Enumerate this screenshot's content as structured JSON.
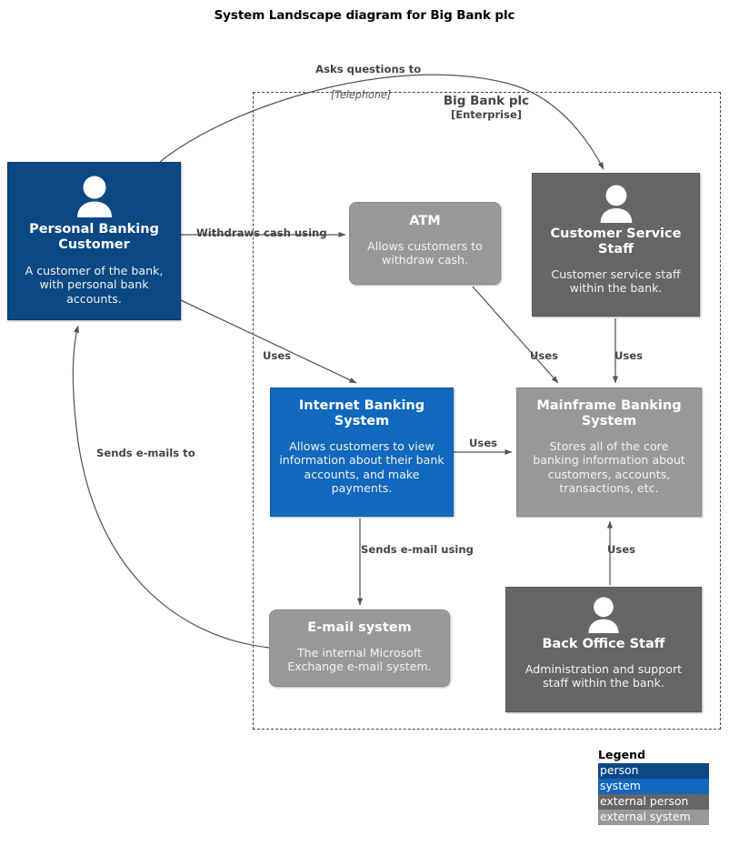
{
  "title": "System Landscape diagram for Big Bank plc",
  "boundary": {
    "name": "Big Bank plc",
    "type": "[Enterprise]"
  },
  "nodes": [
    {
      "id": "personal-banking-customer",
      "name": "Personal Banking Customer",
      "description": "A customer of the bank, with personal bank accounts.",
      "kind": "person",
      "icon": "person-icon"
    },
    {
      "id": "atm",
      "name": "ATM",
      "description": "Allows customers to withdraw cash.",
      "kind": "external-system",
      "icon": ""
    },
    {
      "id": "customer-service-staff",
      "name": "Customer Service Staff",
      "description": "Customer service staff within the bank.",
      "kind": "external-person",
      "icon": "person-icon"
    },
    {
      "id": "internet-banking-system",
      "name": "Internet Banking System",
      "description": "Allows customers to view information about their bank accounts, and make payments.",
      "kind": "system",
      "icon": ""
    },
    {
      "id": "mainframe-banking-system",
      "name": "Mainframe Banking System",
      "description": "Stores all of the core banking information about customers, accounts, transactions, etc.",
      "kind": "external-system",
      "icon": ""
    },
    {
      "id": "email-system",
      "name": "E-mail system",
      "description": "The internal Microsoft Exchange e-mail system.",
      "kind": "external-system",
      "icon": ""
    },
    {
      "id": "back-office-staff",
      "name": "Back Office Staff",
      "description": "Administration and support staff within the bank.",
      "kind": "external-person",
      "icon": "person-icon"
    }
  ],
  "edges": [
    {
      "id": "asks-questions-to",
      "label": "Asks questions to",
      "technology": "[Telephone]"
    },
    {
      "id": "withdraws-cash-using",
      "label": "Withdraws cash using",
      "technology": ""
    },
    {
      "id": "uses-internet-banking",
      "label": "Uses",
      "technology": ""
    },
    {
      "id": "uses-atm-mainframe",
      "label": "Uses",
      "technology": ""
    },
    {
      "id": "uses-css-mainframe",
      "label": "Uses",
      "technology": ""
    },
    {
      "id": "uses-ibs-mainframe",
      "label": "Uses",
      "technology": ""
    },
    {
      "id": "sends-email-using",
      "label": "Sends e-mail using",
      "technology": ""
    },
    {
      "id": "uses-bos-mainframe",
      "label": "Uses",
      "technology": ""
    },
    {
      "id": "sends-emails-to",
      "label": "Sends e-mails to",
      "technology": ""
    }
  ],
  "legend": {
    "title": "Legend",
    "items": [
      {
        "label": "person",
        "color": "#0b4884"
      },
      {
        "label": "system",
        "color": "#1168bd"
      },
      {
        "label": "external person",
        "color": "#666666"
      },
      {
        "label": "external system",
        "color": "#999999"
      }
    ]
  }
}
